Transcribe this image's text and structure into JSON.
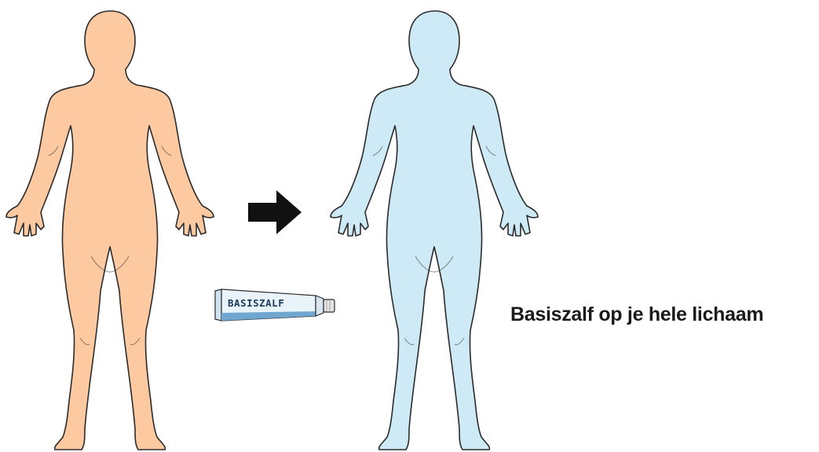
{
  "colors": {
    "skin_before": "#fdc9a1",
    "skin_after": "#cdeaf6",
    "outline": "#2b2b2b",
    "arrow": "#111111",
    "tube_body": "#e9f3fa",
    "tube_stripe": "#6fa7d1",
    "cap": "#e3e3e3"
  },
  "icons": {
    "before": "body-figure-untreated",
    "after": "body-figure-ointment-covered",
    "arrow": "right-arrow",
    "tube": "ointment-tube"
  },
  "tube": {
    "label": "BASISZALF"
  },
  "caption": "Basiszalf op je hele lichaam"
}
